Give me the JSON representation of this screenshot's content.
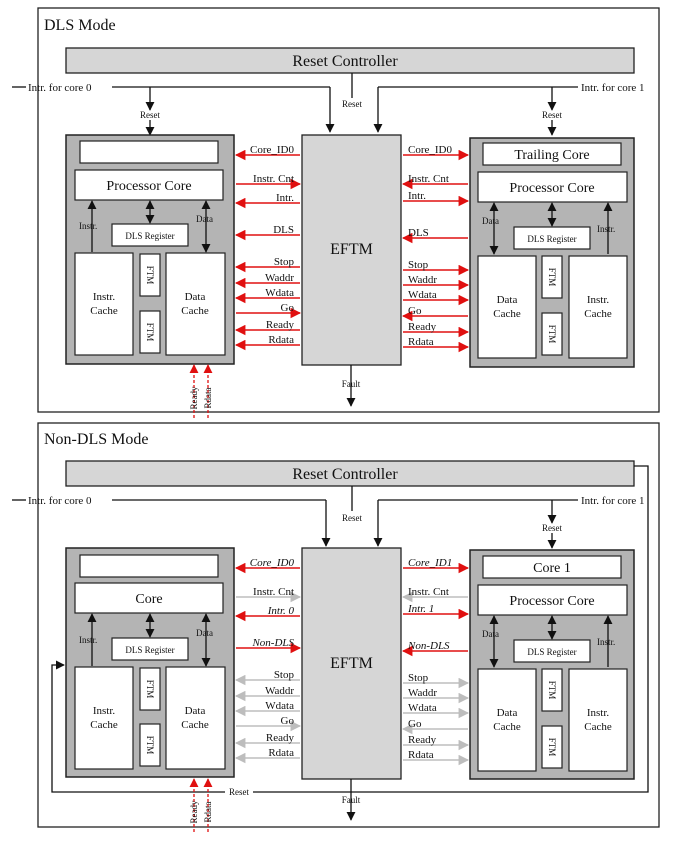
{
  "dls": {
    "mode_title": "DLS Mode",
    "reset_controller": "Reset Controller",
    "intr_core0": "Intr. for core 0",
    "intr_core1": "Intr. for core 1",
    "reset": "Reset",
    "eftm": "EFTM",
    "fault": "Fault",
    "left_core": {
      "title": "",
      "processor": "Processor Core",
      "dls_register": "DLS Register",
      "instr": "Instr.",
      "data": "Data",
      "icache1": "Instr.",
      "icache2": "Cache",
      "dcache1": "Data",
      "dcache2": "Cache",
      "ftm": "FTM",
      "ready": "Ready",
      "rdata": "Rdata"
    },
    "right_core": {
      "title": "Trailing Core",
      "processor": "Processor Core",
      "dls_register": "DLS Register",
      "instr": "Instr.",
      "data": "Data",
      "icache1": "Instr.",
      "icache2": "Cache",
      "dcache1": "Data",
      "dcache2": "Cache",
      "ftm": "FTM"
    },
    "left_signals": [
      "Core_ID0",
      "Instr. Cnt",
      "Intr.",
      "DLS",
      "Stop",
      "Waddr",
      "Wdata",
      "Go",
      "Ready",
      "Rdata"
    ],
    "right_signals": [
      "Core_ID0",
      "Instr. Cnt",
      "Intr.",
      "DLS",
      "Stop",
      "Waddr",
      "Wdata",
      "Go",
      "Ready",
      "Rdata"
    ]
  },
  "nondls": {
    "mode_title": "Non-DLS Mode",
    "reset_controller": "Reset Controller",
    "intr_core0": "Intr. for core 0",
    "intr_core1": "Intr. for core 1",
    "reset": "Reset",
    "eftm": "EFTM",
    "fault": "Fault",
    "left_core": {
      "title": "",
      "processor": "Core",
      "dls_register": "DLS Register",
      "instr": "Instr.",
      "data": "Data",
      "icache1": "Instr.",
      "icache2": "Cache",
      "dcache1": "Data",
      "dcache2": "Cache",
      "ftm": "FTM",
      "ready": "Ready",
      "rdata": "Rdata"
    },
    "right_core": {
      "title": "Core 1",
      "processor": "Processor Core",
      "dls_register": "DLS Register",
      "instr": "Instr.",
      "data": "Data",
      "icache1": "Instr.",
      "icache2": "Cache",
      "dcache1": "Data",
      "dcache2": "Cache",
      "ftm": "FTM"
    },
    "left_signals": [
      "Core_ID0",
      "Instr. Cnt",
      "Intr. 0",
      "Non-DLS",
      "Stop",
      "Waddr",
      "Wdata",
      "Go",
      "Ready",
      "Rdata"
    ],
    "right_signals": [
      "Core_ID1",
      "Instr. Cnt",
      "Intr. 1",
      "Non-DLS",
      "Stop",
      "Waddr",
      "Wdata",
      "Go",
      "Ready",
      "Rdata"
    ]
  },
  "colors": {
    "active": "#e01010",
    "inactive": "#bdbdbd",
    "core_fill": "#b4b4b4",
    "block_fill": "#d6d6d6"
  }
}
